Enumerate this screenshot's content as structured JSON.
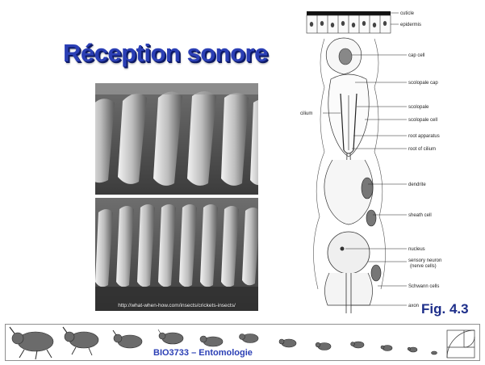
{
  "slide": {
    "title": "Réception sonore",
    "photo_credit": "http://what-when-how.com/insects/crickets-insects/",
    "figure_label": "Fig. 4.3",
    "course": "BIO3733 – Entomologie"
  },
  "diagram_labels": {
    "cuticle": "cuticle",
    "epidermis": "epidermis",
    "cap_cell": "cap cell",
    "scolopale_cap": "scolopale cap",
    "cilium": "cilium",
    "scolopale": "scolopale",
    "scolopale_cell": "scolopale cell",
    "root_apparatus": "root apparatus",
    "root_of_cilium": "root of cilium",
    "dendrite": "dendrite",
    "sheath_cell": "sheath cell",
    "nucleus": "nucleus",
    "sensory_neuron": "sensory neuron",
    "nerve_cells": "(nerve cells)",
    "schwann_cells": "Schwann cells",
    "axon": "axon"
  },
  "colors": {
    "title": "#2b3fb5",
    "title_shadow": "#0d1a66",
    "figure_label": "#1d2e8a",
    "course": "#2b3fb5"
  },
  "icons": [
    "beetle-icon",
    "golden-spiral-icon"
  ]
}
